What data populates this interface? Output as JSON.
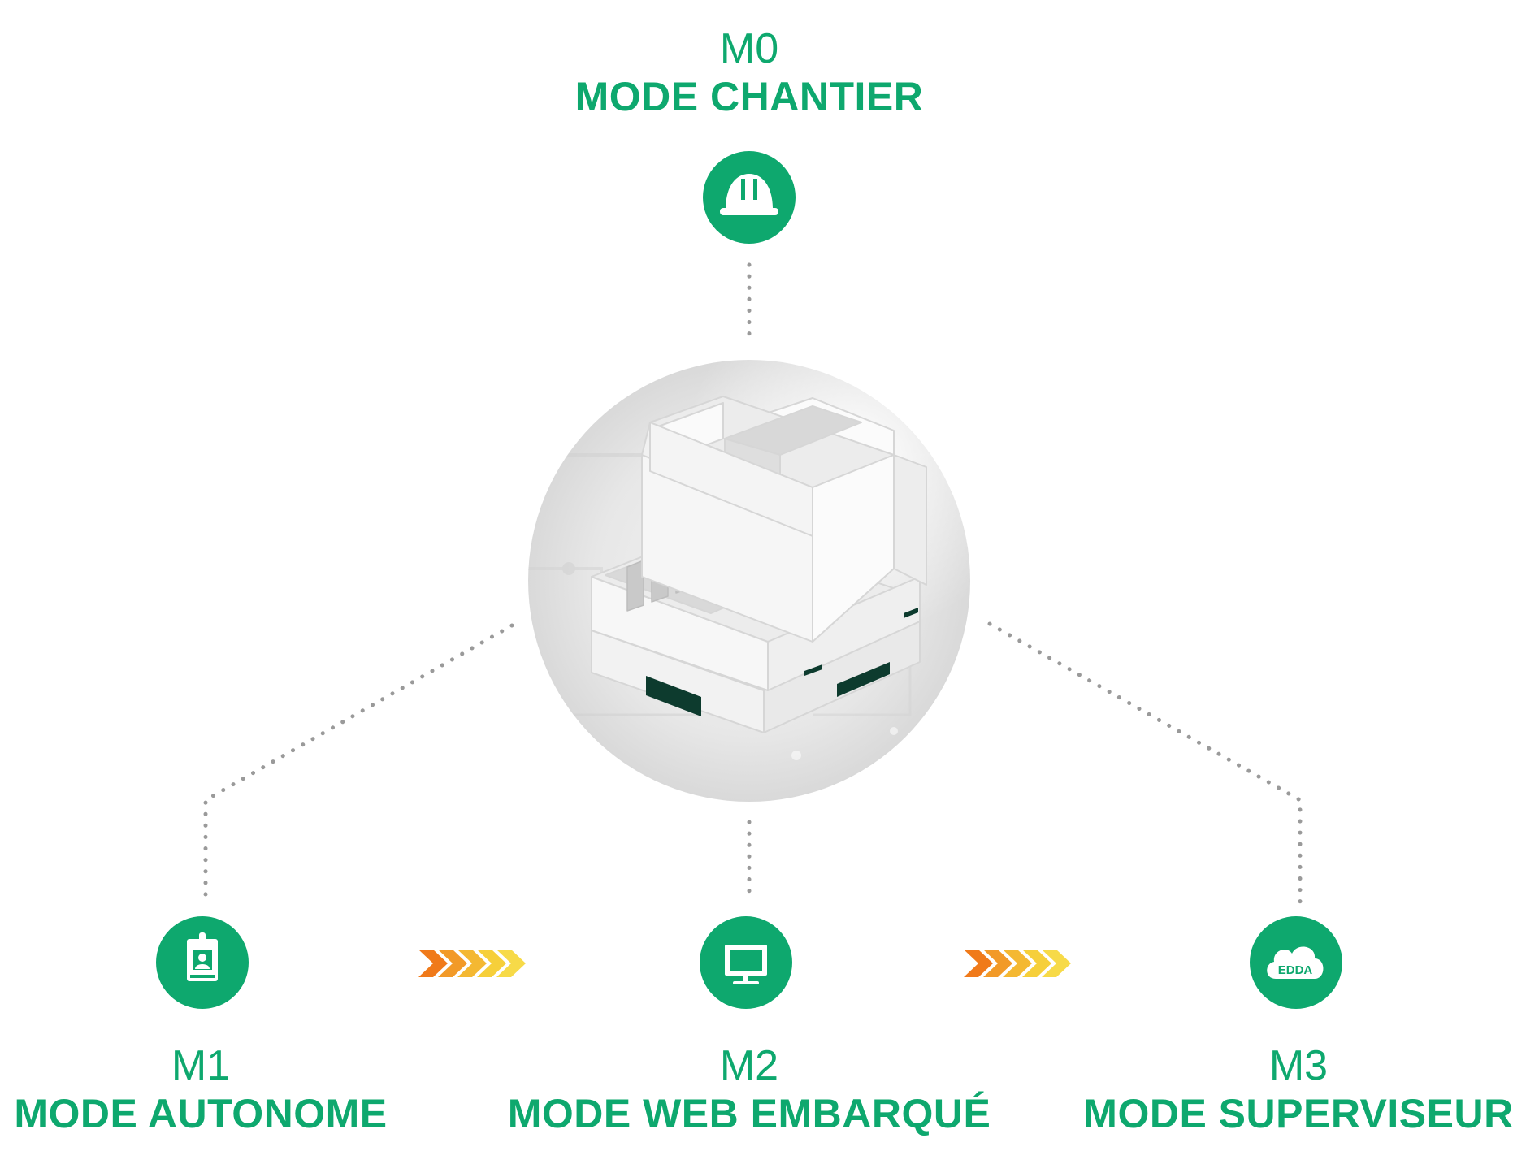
{
  "colors": {
    "green": "#0ea86e",
    "dots": "#9a9a9a",
    "arrow_orange": "#f07a1a",
    "arrow_yellow": "#f6cf3a"
  },
  "modes": [
    {
      "code": "M0",
      "name": "MODE CHANTIER",
      "icon": "hard-hat-icon"
    },
    {
      "code": "M1",
      "name": "MODE AUTONOME",
      "icon": "id-badge-icon"
    },
    {
      "code": "M2",
      "name": "MODE WEB EMBARQUÉ",
      "icon": "monitor-icon"
    },
    {
      "code": "M3",
      "name": "MODE SUPERVISEUR",
      "icon": "cloud-icon"
    }
  ],
  "cloud_label": "EDDA",
  "device": {
    "icon": "din-rail-module-icon"
  }
}
